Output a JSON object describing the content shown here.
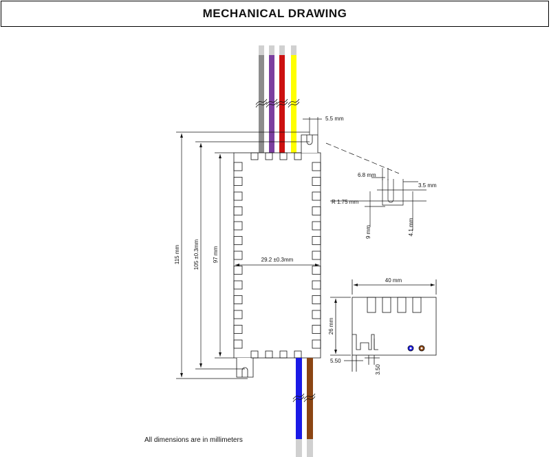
{
  "title": "MECHANICAL DRAWING",
  "footnote": "All dimensions are in millimeters",
  "colors": {
    "wire_grey": "#8c8c8c",
    "wire_purple": "#7b3fa0",
    "wire_red": "#cc1111",
    "wire_yellow": "#ffff00",
    "wire_blue": "#1a1ae6",
    "wire_brown": "#8b4513",
    "wire_end": "#d0d0d0"
  },
  "top_view": {
    "dimensions": {
      "overall_length": "115 mm",
      "mounting_hole_distance": "105 ±0.3mm",
      "body_length": "97 mm",
      "width": "29.2 ±0.3mm",
      "tab_offset": "5.5 mm"
    },
    "wires_top": [
      "grey",
      "purple",
      "red",
      "yellow"
    ],
    "wires_bottom": [
      "blue",
      "brown"
    ]
  },
  "detail_view": {
    "dimensions": {
      "slot_offset": "6.8 mm",
      "slot_width": "3.5 mm",
      "radius": "R 1.75 mm",
      "tab_height": "9 mm",
      "slot_depth": "4.1 mm"
    }
  },
  "side_view": {
    "dimensions": {
      "width": "40 mm",
      "height": "26 mm",
      "base_offset": "5.50",
      "pin_offset": "3.50"
    }
  }
}
